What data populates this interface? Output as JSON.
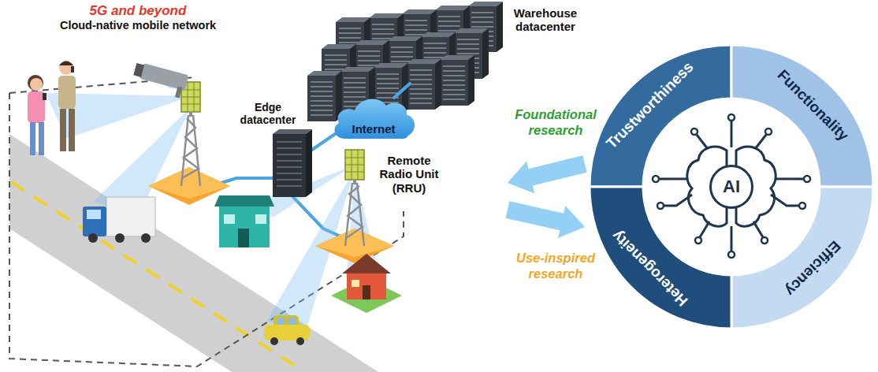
{
  "diagram": {
    "nodes": [
      {
        "text": [
          "5G and beyond",
          "Cloud-native mobile network"
        ]
      },
      {
        "text": [
          "Internet"
        ],
        "in": 0
      },
      {
        "text": [
          "Trustworthiness"
        ]
      },
      {
        "text": [
          "Functionality"
        ]
      },
      {
        "text": [
          "Efficiency"
        ]
      },
      {
        "text": [
          "Heterogeneity"
        ]
      },
      {
        "text": [
          "AI"
        ]
      }
    ],
    "edges": [
      {
        "from": 2,
        "to": 0,
        "arrow": "to",
        "label": "Foundational research"
      },
      {
        "from": 0,
        "to": 5,
        "arrow": "to",
        "label": "Use-inspired research"
      }
    ],
    "labels": [
      "Warehouse datacenter",
      "Edge datacenter",
      "Remote Radio Unit (RRU)"
    ]
  }
}
